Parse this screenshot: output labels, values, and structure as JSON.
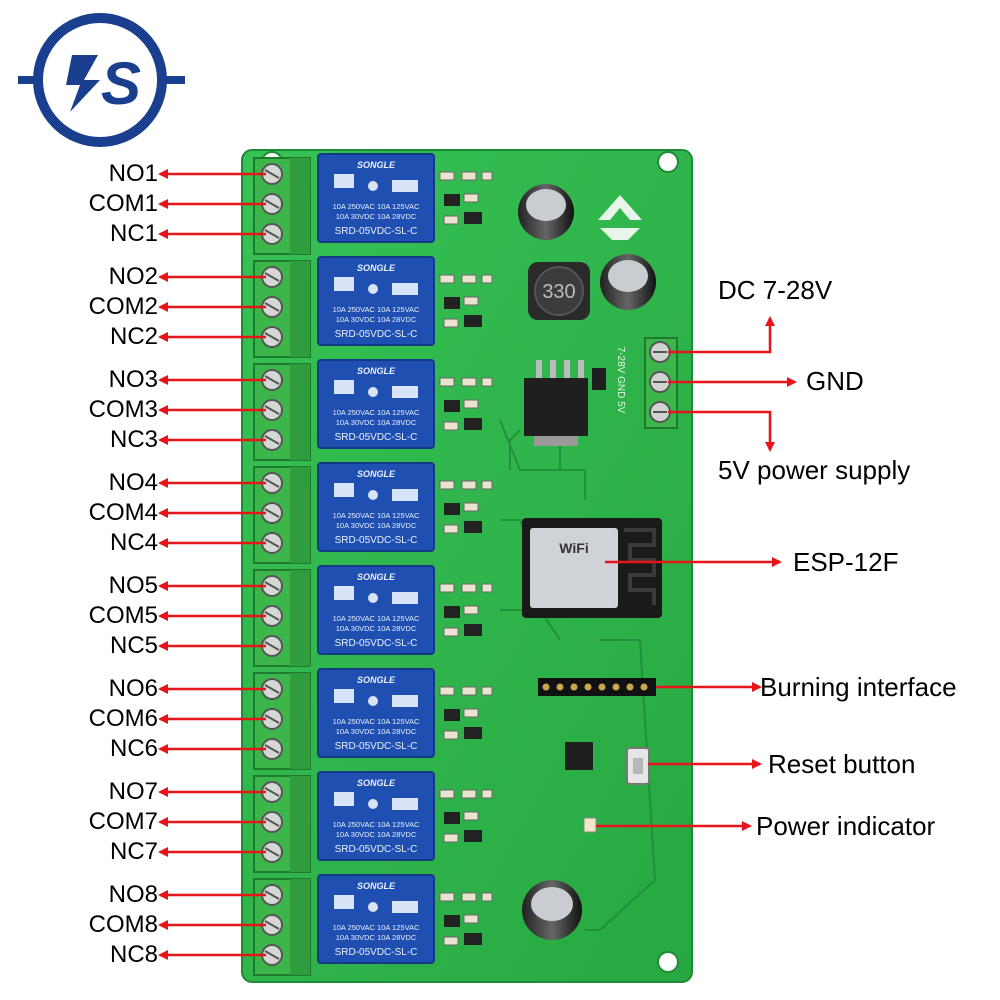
{
  "logo": {
    "text": "S",
    "icon": "bolt-s-logo"
  },
  "channels": [
    {
      "no": "NO1",
      "com": "COM1",
      "nc": "NC1"
    },
    {
      "no": "NO2",
      "com": "COM2",
      "nc": "NC2"
    },
    {
      "no": "NO3",
      "com": "COM3",
      "nc": "NC3"
    },
    {
      "no": "NO4",
      "com": "COM4",
      "nc": "NC4"
    },
    {
      "no": "NO5",
      "com": "COM5",
      "nc": "NC5"
    },
    {
      "no": "NO6",
      "com": "COM6",
      "nc": "NC6"
    },
    {
      "no": "NO7",
      "com": "COM7",
      "nc": "NC7"
    },
    {
      "no": "NO8",
      "com": "COM8",
      "nc": "NC8"
    }
  ],
  "relay": {
    "brand": "SONGLE",
    "rating1": "10A 250VAC  10A 125VAC",
    "rating2": "10A  30VDC  10A  28VDC",
    "model": "SRD-05VDC-SL-C"
  },
  "board": {
    "inductor": "330",
    "power_silk": "7-28V GND 5V",
    "wifi": "WiFi"
  },
  "callouts": {
    "dc": "DC 7-28V",
    "gnd": "GND",
    "fivev": "5V power supply",
    "esp": "ESP-12F",
    "burn": "Burning interface",
    "reset": "Reset button",
    "power": "Power indicator"
  },
  "colors": {
    "pcb": "#2fb54a",
    "pcb_dark": "#1f8a35",
    "relay": "#1f4fb0",
    "terminal": "#3cb64a",
    "arrow": "#e8141b",
    "logo": "#1b3f8f"
  }
}
